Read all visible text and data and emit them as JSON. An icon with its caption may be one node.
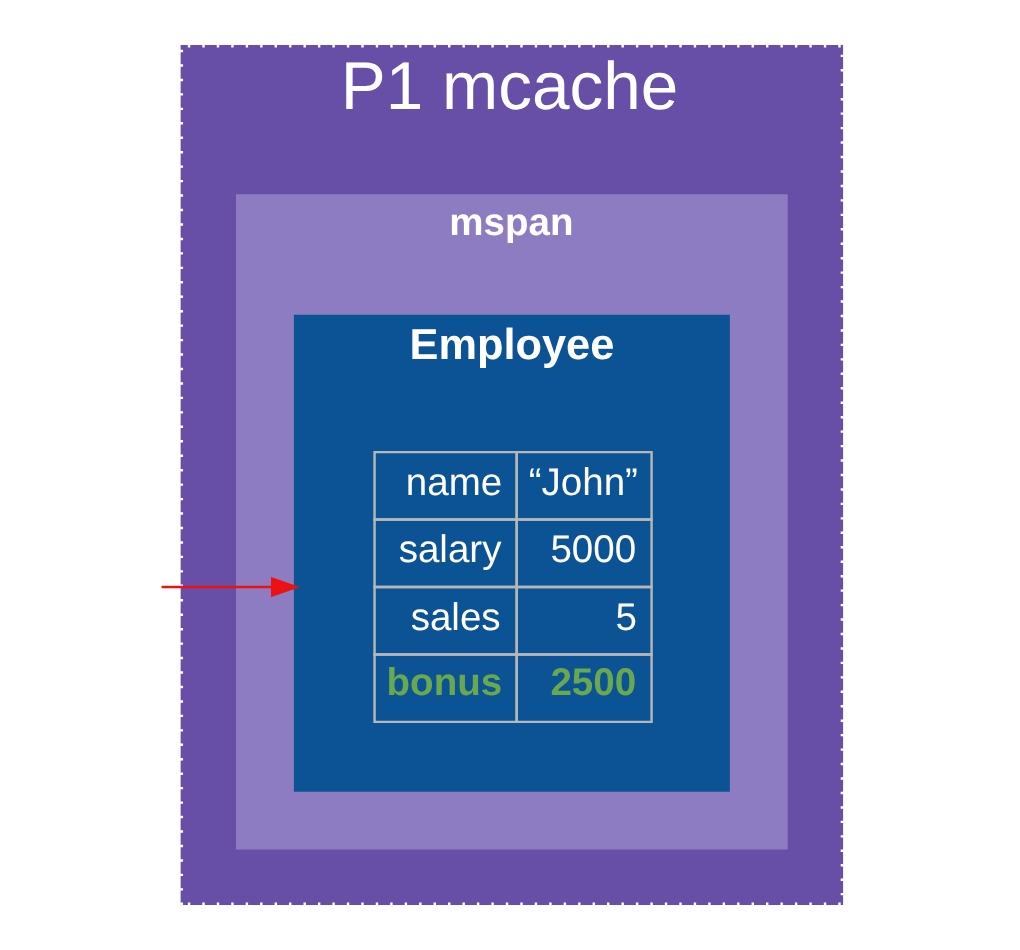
{
  "diagram": {
    "nodes": [
      {
        "text": [
          "P1 mcache"
        ]
      },
      {
        "text": [
          "mspan"
        ],
        "in": 0
      },
      {
        "text": [
          "Employee"
        ],
        "in": 1
      }
    ],
    "edges": [
      {
        "from": null,
        "to": 2,
        "arrow": "to",
        "color": "#ee1111"
      }
    ],
    "labels": [
      "name",
      "“John”",
      "salary",
      "5000",
      "sales",
      "5",
      "bonus",
      "2500"
    ]
  }
}
